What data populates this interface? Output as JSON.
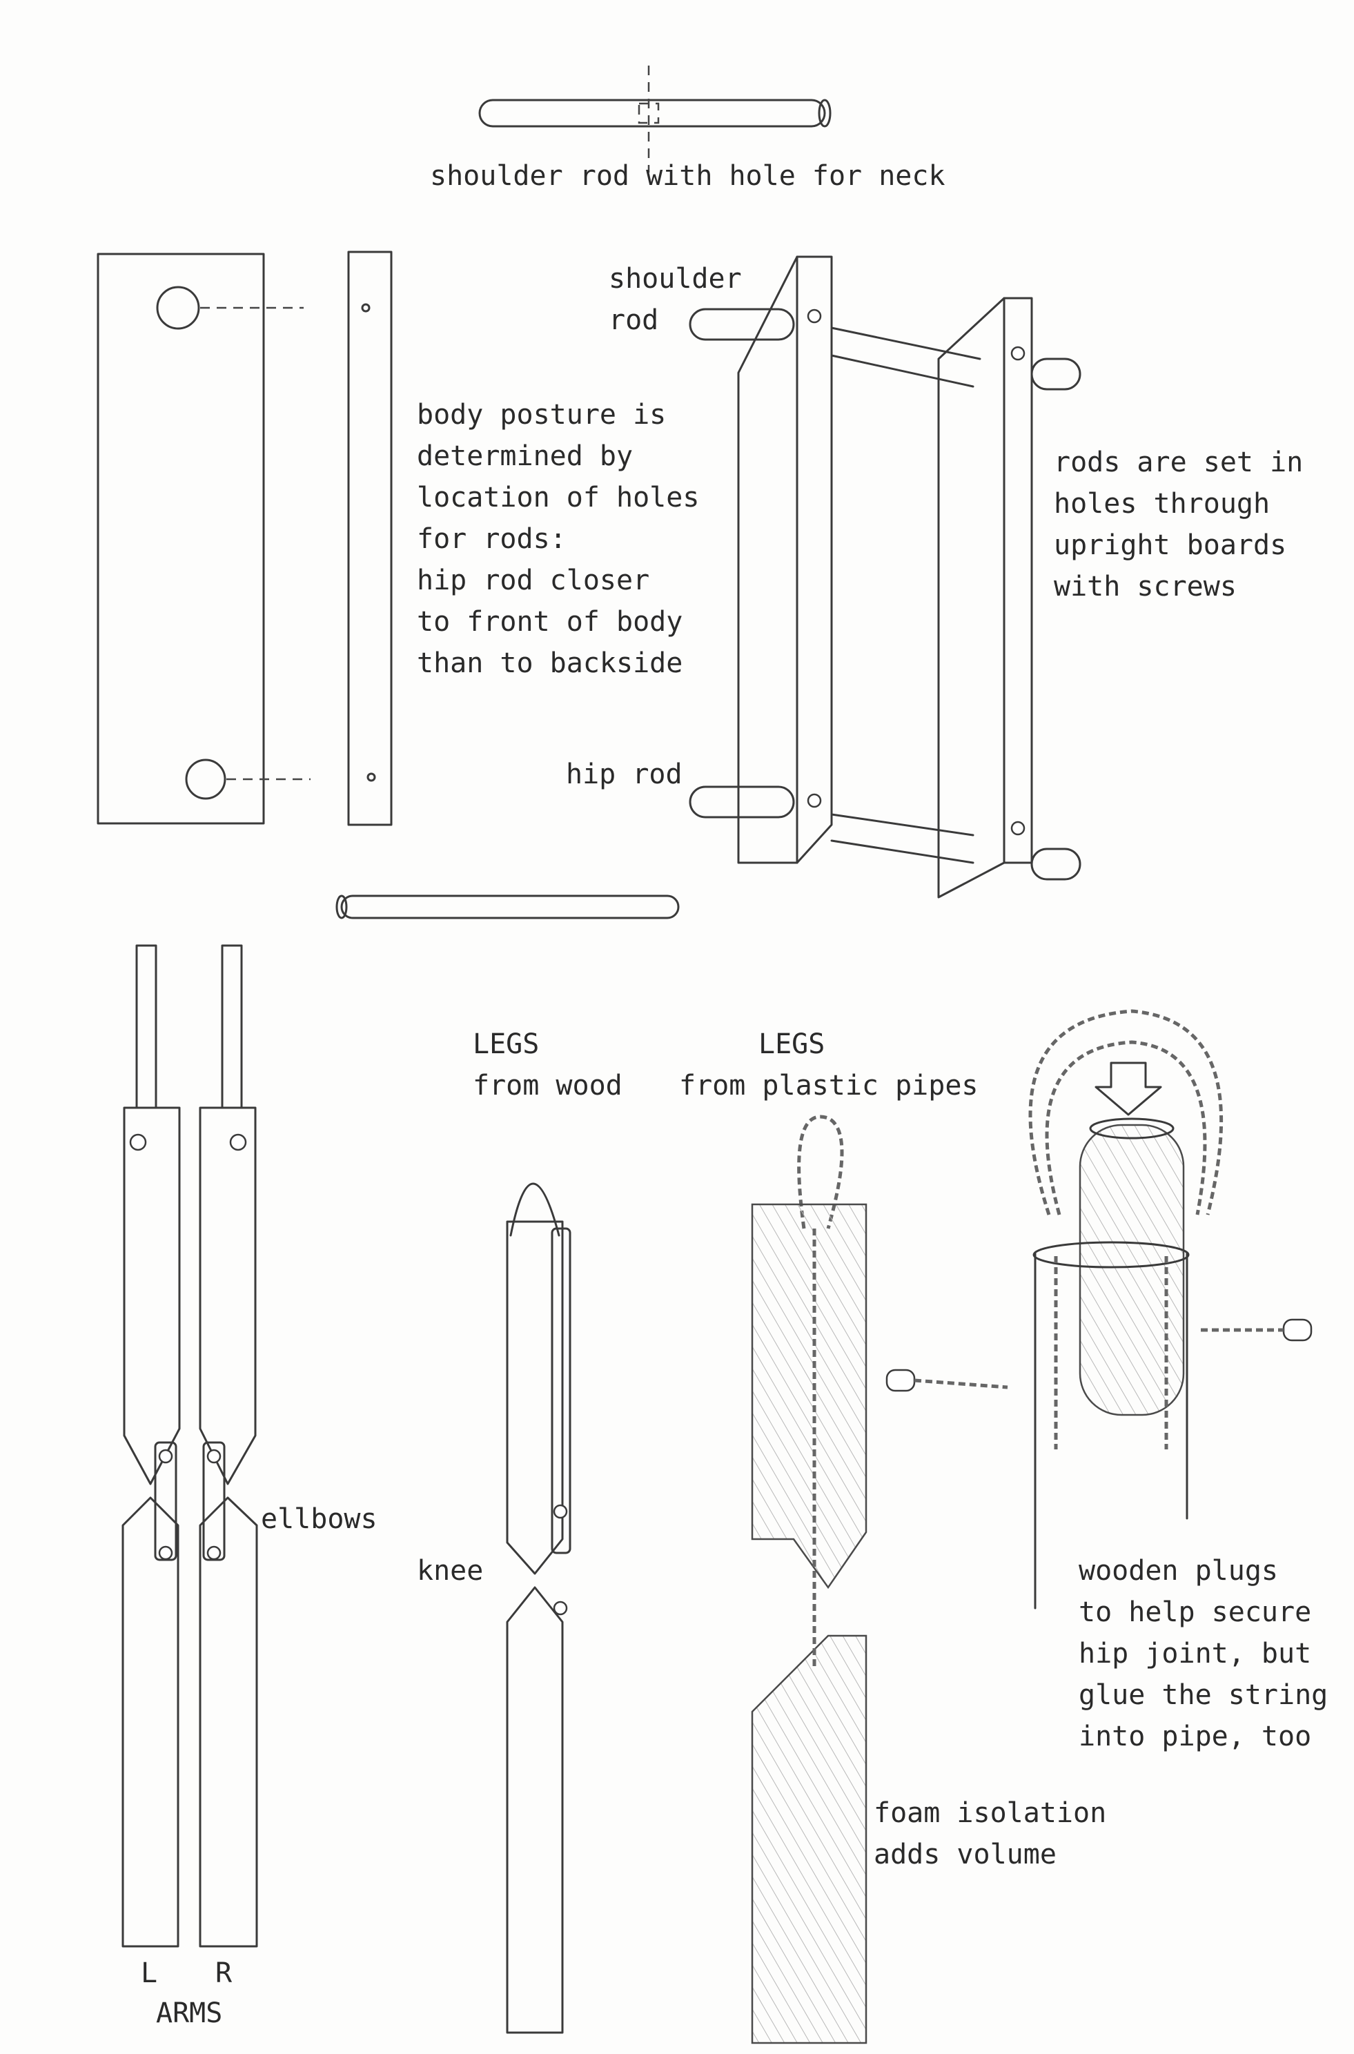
{
  "labels": {
    "shoulder_rod_hole": "shoulder rod with hole for neck",
    "shoulder_rod": [
      "shoulder",
      "rod"
    ],
    "body_posture": [
      "body posture is",
      "determined by",
      "location of holes",
      "for rods:",
      "hip rod closer",
      "to front of body",
      "than to backside"
    ],
    "rods_set": [
      "rods are set in",
      "holes through",
      "upright boards",
      "with screws"
    ],
    "hip_rod": "hip rod",
    "legs_wood": [
      "LEGS",
      "from wood"
    ],
    "legs_pipes": [
      "LEGS",
      "from plastic pipes"
    ],
    "ellbows": "ellbows",
    "knee": "knee",
    "wooden_plugs": [
      "wooden plugs",
      "to help secure",
      "hip joint, but",
      "glue the string",
      "into pipe, too"
    ],
    "foam": [
      "foam isolation",
      "adds volume"
    ],
    "arm_l": "L",
    "arm_r": "R",
    "arms": "ARMS"
  },
  "colors": {
    "pencil": "#3a3a3a",
    "paper": "#fdfdfc"
  }
}
